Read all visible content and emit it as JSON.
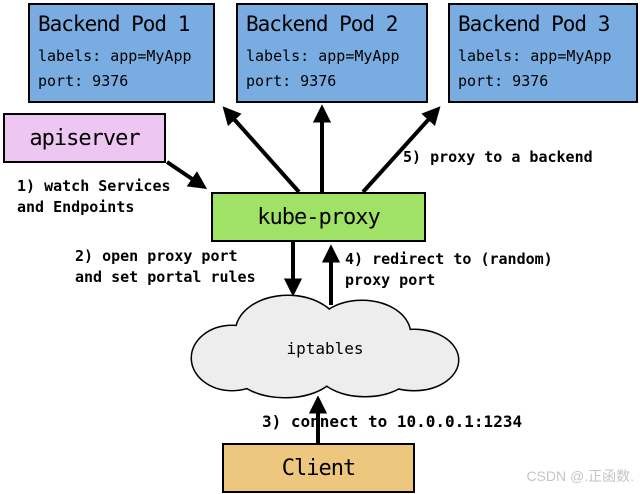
{
  "colors": {
    "pod_fill": "#79ade1",
    "apiserver_fill": "#edc6f1",
    "kube_proxy_fill": "#a0e266",
    "iptables_fill": "#ededed",
    "client_fill": "#eec77f",
    "border": "#000000",
    "watermark": "#c5c5c5"
  },
  "nodes": {
    "pods": [
      {
        "title": "Backend Pod 1",
        "labels": "labels: app=MyApp",
        "port": "port: 9376"
      },
      {
        "title": "Backend Pod 2",
        "labels": "labels: app=MyApp",
        "port": "port: 9376"
      },
      {
        "title": "Backend Pod 3",
        "labels": "labels: app=MyApp",
        "port": "port: 9376"
      }
    ],
    "apiserver": "apiserver",
    "kube_proxy": "kube-proxy",
    "iptables": "iptables",
    "client": "Client"
  },
  "annotations": {
    "step1": "1) watch Services\nand Endpoints",
    "step2": "2) open proxy port\nand set portal rules",
    "step3": "3) connect to 10.0.0.1:1234",
    "step4": "4) redirect to (random)\nproxy port",
    "step5": "5) proxy to a backend"
  },
  "watermark": "CSDN @.正函数."
}
